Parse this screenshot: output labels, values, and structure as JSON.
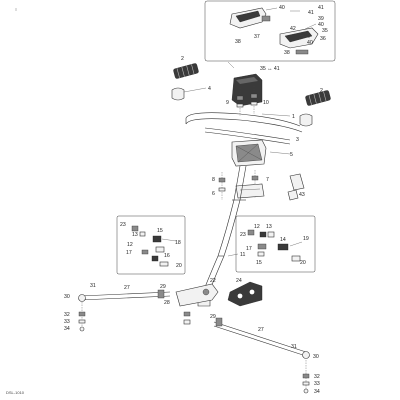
{
  "diagram": {
    "caption": "DSL-1010",
    "inset_top_right": {
      "labels": {
        "p40a": "40",
        "p41a": "41",
        "p39": "39",
        "p40b": "40",
        "p42": "42",
        "p38a": "38",
        "p37": "37",
        "p40c": "40",
        "p38b": "38",
        "p36": "36",
        "p35": "35",
        "p41b": "41"
      }
    },
    "upper": {
      "labels": {
        "p2a": "2",
        "p4": "4",
        "p9": "9",
        "p10": "10",
        "p35_41": "35 ↔ 41",
        "p2b": "2",
        "p1": "1",
        "p3": "3",
        "p5": "5",
        "p8": "8",
        "p6": "6",
        "p7": "7"
      }
    },
    "middle": {
      "labels": {
        "p11": "11",
        "p43": "43"
      }
    },
    "inset_left": {
      "labels": {
        "p23": "23",
        "p13": "13",
        "p15": "15",
        "p12": "12",
        "p18": "18",
        "p17": "17",
        "p16": "16",
        "p20": "20"
      }
    },
    "inset_right": {
      "labels": {
        "p23": "23",
        "p12": "12",
        "p13": "13",
        "p17": "17",
        "p14": "14",
        "p15": "15",
        "p19": "19",
        "p20": "20"
      }
    },
    "lower": {
      "labels": {
        "p30a": "30",
        "p31a": "31",
        "p27a": "27",
        "p29a": "29",
        "p28": "28",
        "p22": "22",
        "p24": "24",
        "p29b": "29",
        "p27b": "27",
        "p31b": "31",
        "p30b": "30",
        "p32a": "32",
        "p33a": "33",
        "p34a": "34",
        "p32b": "32",
        "p33b": "33",
        "p34b": "34"
      }
    }
  }
}
